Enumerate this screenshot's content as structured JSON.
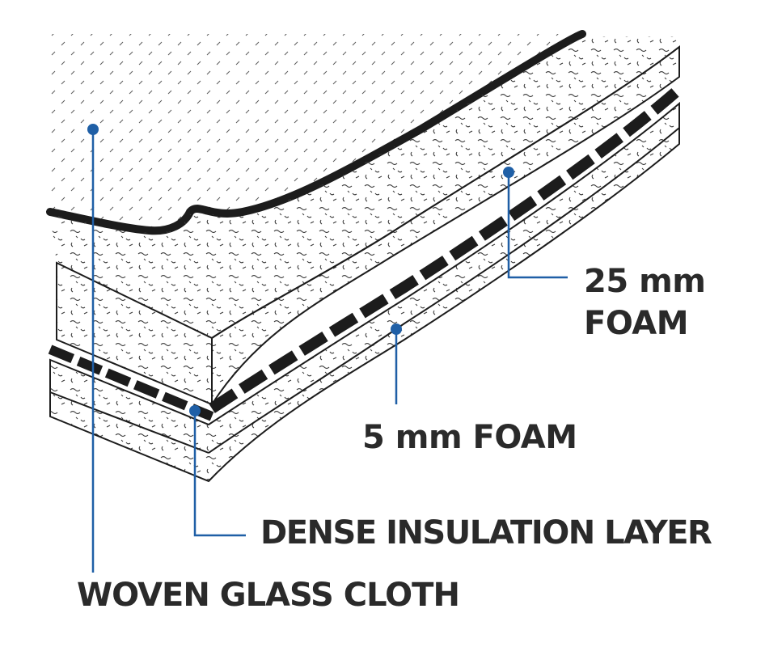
{
  "labels": {
    "foam_25_line1": "25 mm",
    "foam_25_line2": "FOAM",
    "foam_5": "5 mm FOAM",
    "dense_layer": "DENSE INSULATION LAYER",
    "woven_cloth": "WOVEN GLASS CLOTH"
  },
  "colors": {
    "leader": "#1f5fa6",
    "outline": "#1c1c1c",
    "text": "#2a2a2a",
    "texture": "#3a3a3a"
  }
}
